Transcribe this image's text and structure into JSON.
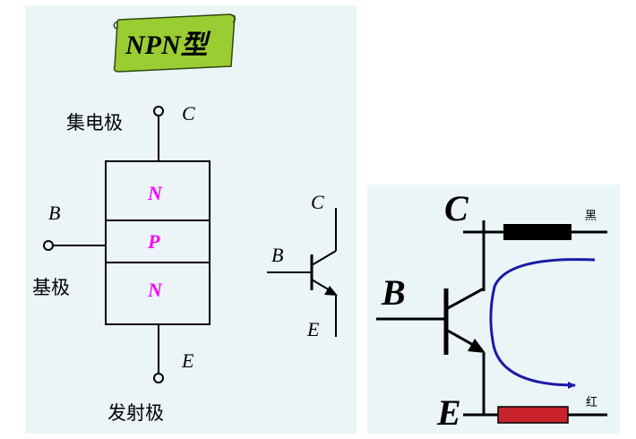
{
  "banner": {
    "title": "NPN型",
    "color": "#9acd32"
  },
  "structure": {
    "collector_label": "集电极",
    "base_label": "基极",
    "emitter_label": "发射极",
    "c_letter": "C",
    "b_letter": "B",
    "e_letter": "E",
    "layers": [
      "N",
      "P",
      "N"
    ],
    "layer_color": "#ff00ff"
  },
  "symbol": {
    "c_letter": "C",
    "b_letter": "B",
    "e_letter": "E"
  },
  "circuit": {
    "c_letter": "C",
    "b_letter": "B",
    "e_letter": "E",
    "black_label": "黑",
    "red_label": "红",
    "black_probe_color": "#000000",
    "red_probe_color": "#c8232c",
    "arrow_color": "#1a1aa6"
  }
}
